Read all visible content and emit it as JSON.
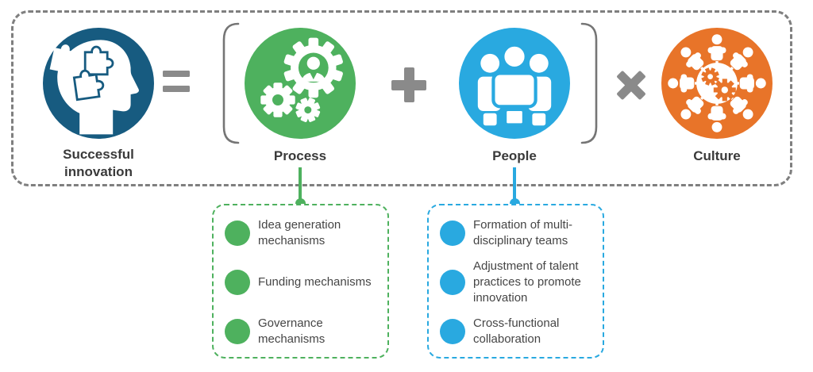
{
  "equation": {
    "result": {
      "label": "Successful innovation",
      "icon": "head-puzzle-icon",
      "color": "#175B80"
    },
    "operators": {
      "equals": "=",
      "plus": "+",
      "times": "×"
    },
    "terms": [
      {
        "label": "Process",
        "icon": "process-gears-icon",
        "color": "#4EB15E"
      },
      {
        "label": "People",
        "icon": "people-group-icon",
        "color": "#29A9E0"
      },
      {
        "label": "Culture",
        "icon": "culture-network-icon",
        "color": "#E87429"
      }
    ]
  },
  "process_box": {
    "accent_color": "#4EB15E",
    "items": [
      {
        "label": "Idea generation mechanisms"
      },
      {
        "label": "Funding mechanisms"
      },
      {
        "label": "Governance mechanisms"
      }
    ]
  },
  "people_box": {
    "accent_color": "#29A9E0",
    "items": [
      {
        "label": "Formation of multi-disciplinary teams"
      },
      {
        "label": "Adjustment of talent practices to promote innovation"
      },
      {
        "label": "Cross-functional collaboration"
      }
    ]
  },
  "style": {
    "outer_border_color": "#7f7f7f",
    "operator_color": "#8a8a8a",
    "bracket_color": "#757575",
    "text_color": "#3a3a3a"
  }
}
